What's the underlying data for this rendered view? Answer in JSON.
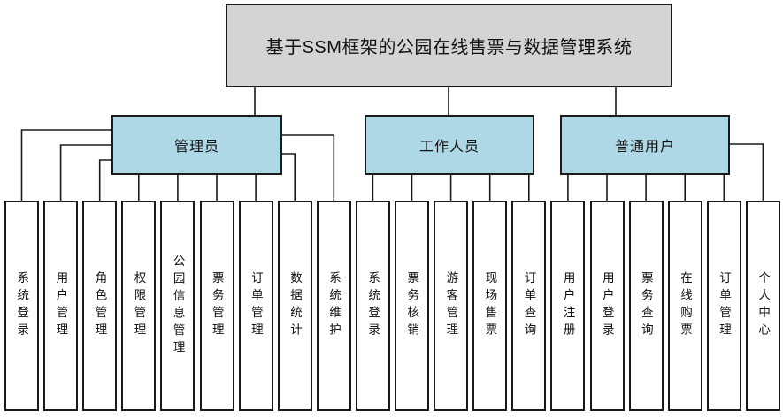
{
  "title": "基于SSM框架的公园在线售票与数据管理系统",
  "colors": {
    "title_fill": "#d4d4d4",
    "role_fill": "#aed8e6",
    "leaf_fill": "#ffffff",
    "line": "#1a1a1a"
  },
  "roles": [
    {
      "label": "管理员",
      "children": [
        "系统登录",
        "用户管理",
        "角色管理",
        "权限管理",
        "公园信息管理",
        "票务管理",
        "订单管理",
        "数据统计",
        "系统维护"
      ]
    },
    {
      "label": "工作人员",
      "children": [
        "系统登录",
        "票务核销",
        "游客管理",
        "现场售票",
        "订单查询"
      ]
    },
    {
      "label": "普通用户",
      "children": [
        "用户注册",
        "用户登录",
        "票务查询",
        "在线购票",
        "订单管理",
        "个人中心"
      ]
    }
  ]
}
